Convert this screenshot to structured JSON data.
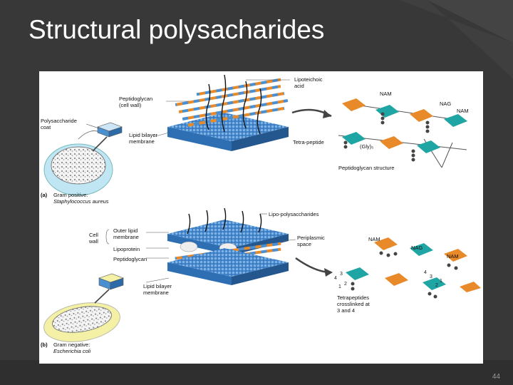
{
  "slide": {
    "title": "Structural polysacharides",
    "page_number": "44"
  },
  "figure": {
    "panel_a": {
      "label": "(a)",
      "caption_line1": "Gram positive:",
      "caption_line2": "Staphylococcus aureus",
      "peptidoglycan_line1": "Peptidoglycan",
      "peptidoglycan_line2": "(cell wall)",
      "polysaccharide_line1": "Polysaccharide",
      "polysaccharide_line2": "coat",
      "lipid_line1": "Lipid bilayer",
      "lipid_line2": "membrane",
      "lipoteichoic_line1": "Lipoteichoic",
      "lipoteichoic_line2": "acid",
      "nam_1": "NAM",
      "nag": "NAG",
      "nam_2": "NAM",
      "tetrapeptide": "Tetra-peptide",
      "gly": "(Gly)₅",
      "structure": "Peptidoglycan structure"
    },
    "panel_b": {
      "label": "(b)",
      "caption_line1": "Gram negative:",
      "caption_line2": "Escherichia coli",
      "cell_wall_line1": "Cell",
      "cell_wall_line2": "wall",
      "outer_line1": "Outer lipid",
      "outer_line2": "membrane",
      "lipoprotein": "Lipoprotein",
      "peptidoglycan": "Peptidoglycan",
      "lipid_line1": "Lipid bilayer",
      "lipid_line2": "membrane",
      "lipopoly": "Lipo-polysaccharides",
      "periplasmic_line1": "Periplasmic",
      "periplasmic_line2": "space",
      "nam_1": "NAM",
      "nag": "NAG",
      "nam_2": "NAM",
      "tetra_line1": "Tetrapeptides",
      "tetra_line2": "crosslinked at",
      "tetra_line3": "3 and 4"
    }
  },
  "colors": {
    "orange": "#e8892a",
    "teal": "#1fa5a3",
    "blue": "#4a8fd0",
    "background": "#3a3a3a"
  }
}
